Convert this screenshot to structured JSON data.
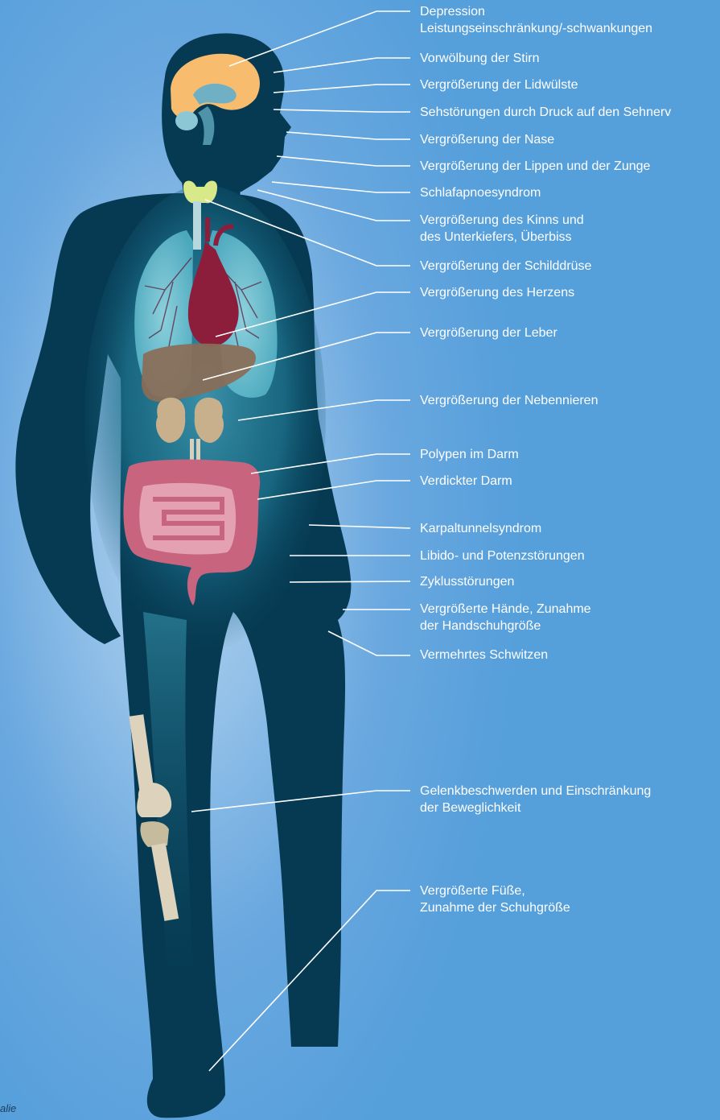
{
  "colors": {
    "background": "#559fdb",
    "silhouette": "#063a52",
    "torso_glow": "#1d6d88",
    "leader_line": "#ffffff",
    "label_text": "#ffffff",
    "brain": "#f7bc6e",
    "thyroid": "#d8e98a",
    "heart": "#8c1e3c",
    "liver": "#8a6d56",
    "kidney": "#c9b08d",
    "intestine": "#cf6f86",
    "bone": "#ddd3bd"
  },
  "labels": [
    {
      "id": "depression",
      "text": "Depression\nLeistungseinschränkung/-schwankungen"
    },
    {
      "id": "stirn",
      "text": "Vorwölbung der Stirn"
    },
    {
      "id": "lidwuelste",
      "text": "Vergrößerung der Lidwülste"
    },
    {
      "id": "sehstoerungen",
      "text": "Sehstörungen durch Druck auf den Sehnerv"
    },
    {
      "id": "nase",
      "text": "Vergrößerung der Nase"
    },
    {
      "id": "lippen",
      "text": "Vergrößerung der Lippen und der Zunge"
    },
    {
      "id": "schlafapnoe",
      "text": "Schlafapnoesyndrom"
    },
    {
      "id": "kinn",
      "text": "Vergrößerung des Kinns und\ndes Unterkiefers, Überbiss"
    },
    {
      "id": "schilddruese",
      "text": "Vergrößerung der Schilddrüse"
    },
    {
      "id": "herz",
      "text": "Vergrößerung des Herzens"
    },
    {
      "id": "leber",
      "text": "Vergrößerung der Leber"
    },
    {
      "id": "nebennieren",
      "text": "Vergrößerung der Nebennieren"
    },
    {
      "id": "polypen",
      "text": "Polypen im Darm"
    },
    {
      "id": "darm",
      "text": "Verdickter Darm"
    },
    {
      "id": "karpaltunnel",
      "text": "Karpaltunnelsyndrom"
    },
    {
      "id": "libido",
      "text": "Libido- und Potenzstörungen"
    },
    {
      "id": "zyklus",
      "text": "Zyklusstörungen"
    },
    {
      "id": "haende",
      "text": "Vergrößerte Hände, Zunahme\nder Handschuhgröße"
    },
    {
      "id": "schwitzen",
      "text": "Vermehrtes Schwitzen"
    },
    {
      "id": "gelenke",
      "text": "Gelenkbeschwerden und Einschränkung\nder Beweglichkeit"
    },
    {
      "id": "fuesse",
      "text": "Vergrößerte Füße,\nZunahme der Schuhgröße"
    }
  ],
  "footnote": "alie"
}
